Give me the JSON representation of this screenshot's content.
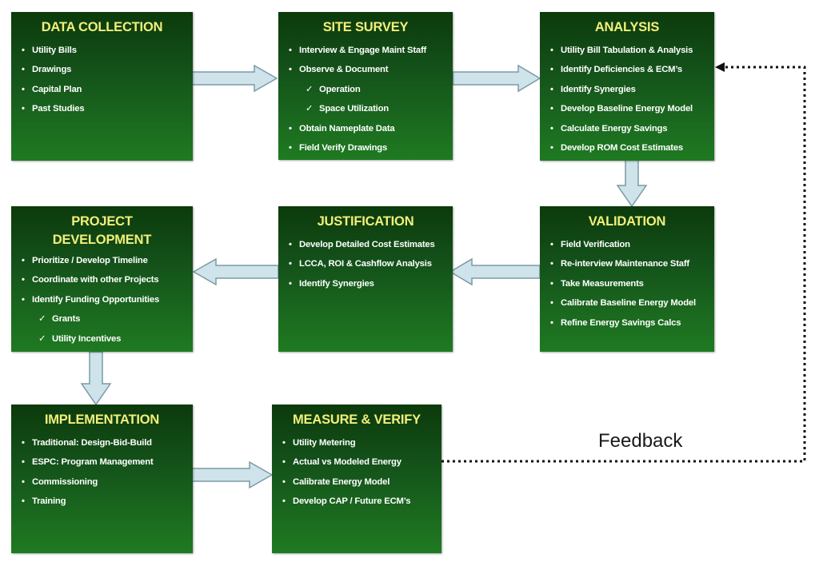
{
  "boxes": [
    {
      "id": "data-collection",
      "title": "DATA COLLECTION",
      "items": [
        {
          "text": "Utility Bills",
          "sub": false
        },
        {
          "text": "Drawings",
          "sub": false
        },
        {
          "text": "Capital Plan",
          "sub": false
        },
        {
          "text": "Past Studies",
          "sub": false
        }
      ]
    },
    {
      "id": "site-survey",
      "title": "SITE SURVEY",
      "items": [
        {
          "text": "Interview & Engage Maint Staff",
          "sub": false
        },
        {
          "text": "Observe  & Document",
          "sub": false
        },
        {
          "text": "Operation",
          "sub": true
        },
        {
          "text": "Space Utilization",
          "sub": true
        },
        {
          "text": "Obtain Nameplate Data",
          "sub": false
        },
        {
          "text": "Field Verify Drawings",
          "sub": false
        }
      ]
    },
    {
      "id": "analysis",
      "title": "ANALYSIS",
      "items": [
        {
          "text": "Utility Bill Tabulation & Analysis",
          "sub": false
        },
        {
          "text": "Identify Deficiencies  & ECM’s",
          "sub": false
        },
        {
          "text": "Identify Synergies",
          "sub": false
        },
        {
          "text": "Develop Baseline Energy Model",
          "sub": false
        },
        {
          "text": "Calculate Energy Savings",
          "sub": false
        },
        {
          "text": "Develop ROM Cost Estimates",
          "sub": false
        }
      ]
    },
    {
      "id": "project-development",
      "title": "PROJECT DEVELOPMENT",
      "items": [
        {
          "text": "Prioritize / Develop Timeline",
          "sub": false
        },
        {
          "text": "Coordinate with other Projects",
          "sub": false
        },
        {
          "text": "Identify Funding Opportunities",
          "sub": false
        },
        {
          "text": "Grants",
          "sub": true
        },
        {
          "text": "Utility Incentives",
          "sub": true
        }
      ]
    },
    {
      "id": "justification",
      "title": "JUSTIFICATION",
      "items": [
        {
          "text": "Develop Detailed Cost Estimates",
          "sub": false
        },
        {
          "text": "LCCA, ROI & Cashflow Analysis",
          "sub": false
        },
        {
          "text": "Identify Synergies",
          "sub": false
        }
      ]
    },
    {
      "id": "validation",
      "title": "VALIDATION",
      "items": [
        {
          "text": "Field Verification",
          "sub": false
        },
        {
          "text": "Re-interview Maintenance Staff",
          "sub": false
        },
        {
          "text": "Take Measurements",
          "sub": false
        },
        {
          "text": "Calibrate Baseline Energy Model",
          "sub": false
        },
        {
          "text": "Refine Energy Savings Calcs",
          "sub": false
        }
      ]
    },
    {
      "id": "implementation",
      "title": "IMPLEMENTATION",
      "items": [
        {
          "text": "Traditional:  Design-Bid-Build",
          "sub": false
        },
        {
          "text": "ESPC:  Program Management",
          "sub": false
        },
        {
          "text": "Commissioning",
          "sub": false
        },
        {
          "text": "Training",
          "sub": false
        }
      ]
    },
    {
      "id": "measure-verify",
      "title": "MEASURE & VERIFY",
      "items": [
        {
          "text": "Utility Metering",
          "sub": false
        },
        {
          "text": "Actual vs Modeled Energy",
          "sub": false
        },
        {
          "text": "Calibrate Energy Model",
          "sub": false
        },
        {
          "text": "Develop CAP  / Future ECM’s",
          "sub": false
        }
      ]
    }
  ],
  "feedback_label": "Feedback",
  "colors": {
    "box_dark": "#0c3a0c",
    "box_light": "#1f7a22",
    "title_yellow": "#f2ef7a",
    "arrow_fill": "#cfe3ea",
    "arrow_stroke": "#7a9aa6"
  },
  "markers": {
    "bullet": "•",
    "check": "✓"
  }
}
